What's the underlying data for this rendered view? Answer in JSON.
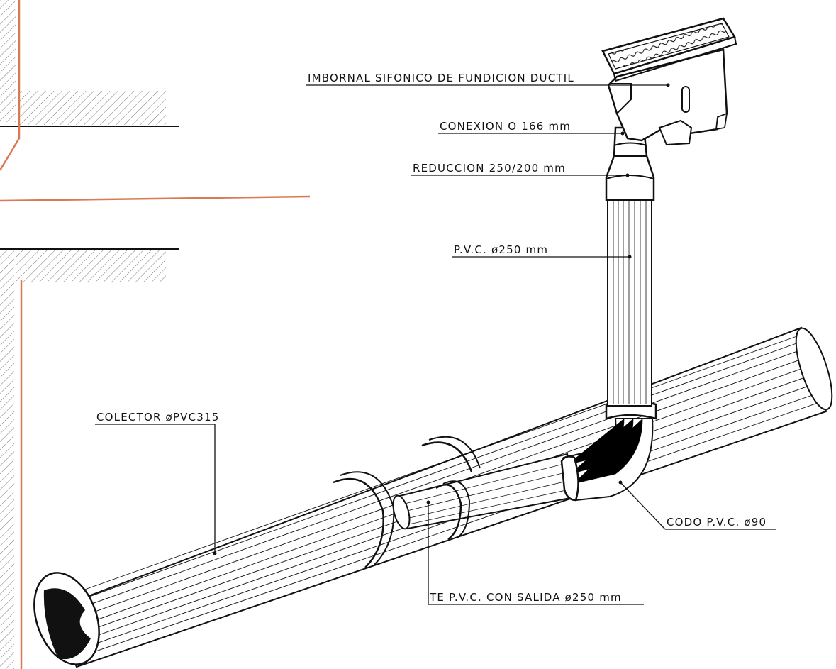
{
  "labels": {
    "inlet": "IMBORNAL SIFONICO DE FUNDICION DUCTIL",
    "connection": "CONEXION O 166 mm",
    "reduction": "REDUCCION 250/200 mm",
    "riser": "P.V.C. ø250 mm",
    "collector": "COLECTOR øPVC315",
    "elbow": "CODO P.V.C. ø90",
    "tee": "TE P.V.C. CON SALIDA ø250 mm"
  },
  "colors": {
    "line": "#111111",
    "accent": "#d97a55",
    "hatch": "#555555"
  }
}
